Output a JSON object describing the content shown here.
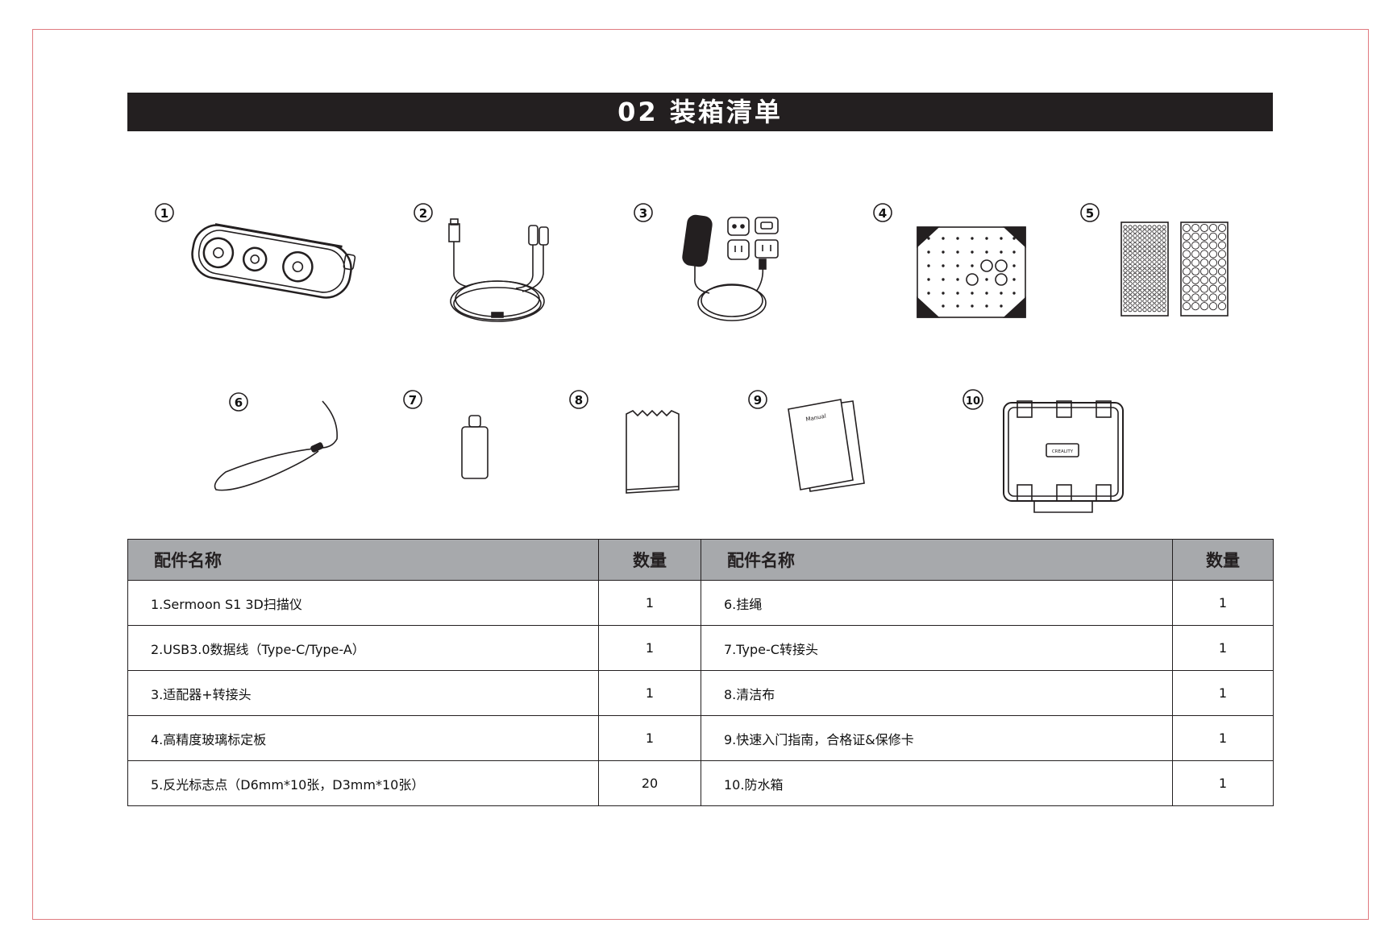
{
  "section_title": "02 装箱清单",
  "item_numbers": [
    "1",
    "2",
    "3",
    "4",
    "5",
    "6",
    "7",
    "8",
    "9",
    "10"
  ],
  "illustration_labels": {
    "manual_cover": "Manual",
    "case_logo": "CREALITY"
  },
  "table": {
    "headers": {
      "name": "配件名称",
      "qty": "数量"
    },
    "rows": [
      {
        "left_name": "1.Sermoon S1 3D扫描仪",
        "left_qty": "1",
        "right_name": "6.挂绳",
        "right_qty": "1"
      },
      {
        "left_name": "2.USB3.0数据线（Type-C/Type-A）",
        "left_qty": "1",
        "right_name": "7.Type-C转接头",
        "right_qty": "1"
      },
      {
        "left_name": "3.适配器+转接头",
        "left_qty": "1",
        "right_name": "8.清洁布",
        "right_qty": "1"
      },
      {
        "left_name": "4.高精度玻璃标定板",
        "left_qty": "1",
        "right_name": "9.快速入门指南，合格证&保修卡",
        "right_qty": "1"
      },
      {
        "left_name": "5.反光标志点（D6mm*10张，D3mm*10张）",
        "left_qty": "20",
        "right_name": "10.防水箱",
        "right_qty": "1"
      }
    ]
  },
  "colors": {
    "banner_bg": "#231f20",
    "header_bg": "#a7a9ac",
    "frame_border": "#e07a80"
  }
}
